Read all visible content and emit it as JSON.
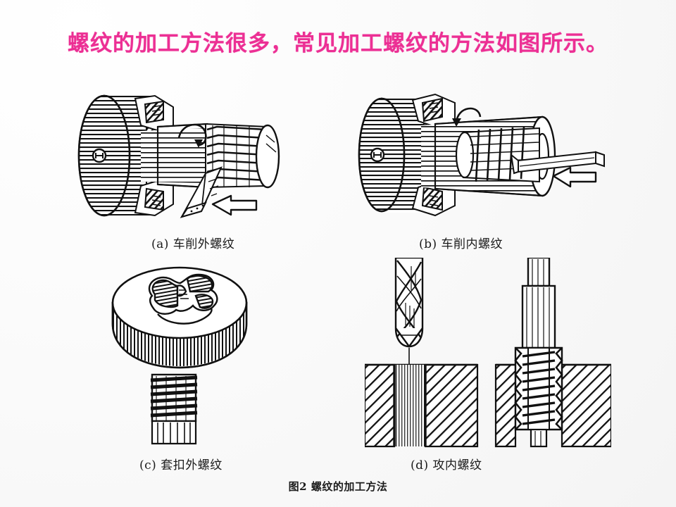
{
  "slide": {
    "title": "螺纹的加工方法很多，常见加工螺纹的方法如图所示。",
    "title_color": "#ec2f94",
    "background_color": "#f7f6f6",
    "line_art_color": "#111111",
    "figure_caption": "图2 螺纹的加工方法"
  },
  "figures": [
    {
      "key": "a",
      "label": "(a)",
      "name": "车削外螺纹",
      "caption": "(a)  车削外螺纹",
      "description": "lathe-chuck-turning-external-thread",
      "arrow": "feed-arrow-left"
    },
    {
      "key": "b",
      "label": "(b)",
      "name": "车削内螺纹",
      "caption": "(b)  车削内螺纹",
      "description": "lathe-chuck-boring-internal-thread",
      "arrow": "feed-arrow-left"
    },
    {
      "key": "c",
      "label": "(c)",
      "name": "套扣外螺纹",
      "caption": "(c)  套扣外螺纹",
      "description": "threading-die-and-threaded-rod",
      "arrow": ""
    },
    {
      "key": "d",
      "label": "(d)",
      "name": "攻内螺纹",
      "caption": "(d)  攻内螺纹",
      "description": "twist-drill-hole-and-tap-cutting-internal-thread",
      "arrow": ""
    }
  ]
}
